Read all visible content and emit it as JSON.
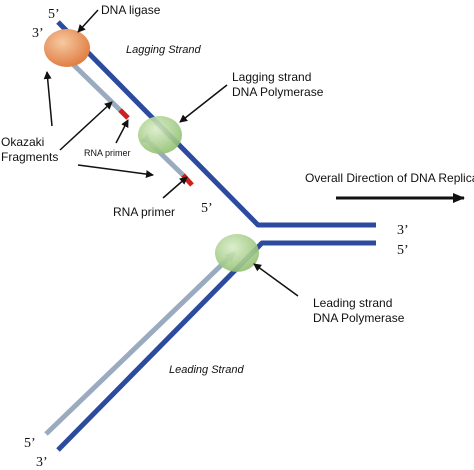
{
  "labels": {
    "dna_ligase": "DNA ligase",
    "lagging_strand": "Lagging Strand",
    "lagging_polymerase_line1": "Lagging strand",
    "lagging_polymerase_line2": "DNA Polymerase",
    "okazaki_line1": "Okazaki",
    "okazaki_line2": "Fragments",
    "rna_primer_small": "RNA primer",
    "rna_primer": "RNA primer",
    "overall_direction": "Overall Direction of DNA Replication",
    "leading_polymerase_line1": "Leading strand",
    "leading_polymerase_line2": "DNA Polymerase",
    "leading_strand": "Leading Strand"
  },
  "ends": {
    "top_left_5": "5’",
    "top_left_3": "3’",
    "lagging_5": "5’",
    "right_3": "3’",
    "right_5": "5’",
    "bottom_left_5": "5’",
    "bottom_left_3": "3’"
  },
  "colors": {
    "parent_strand": "#2c4a9e",
    "new_strand": "#9aabc0",
    "rna_primer": "#cc1f1f",
    "ligase": "#e8935a",
    "polymerase": "#a8cf8a",
    "arrow": "#111111"
  }
}
